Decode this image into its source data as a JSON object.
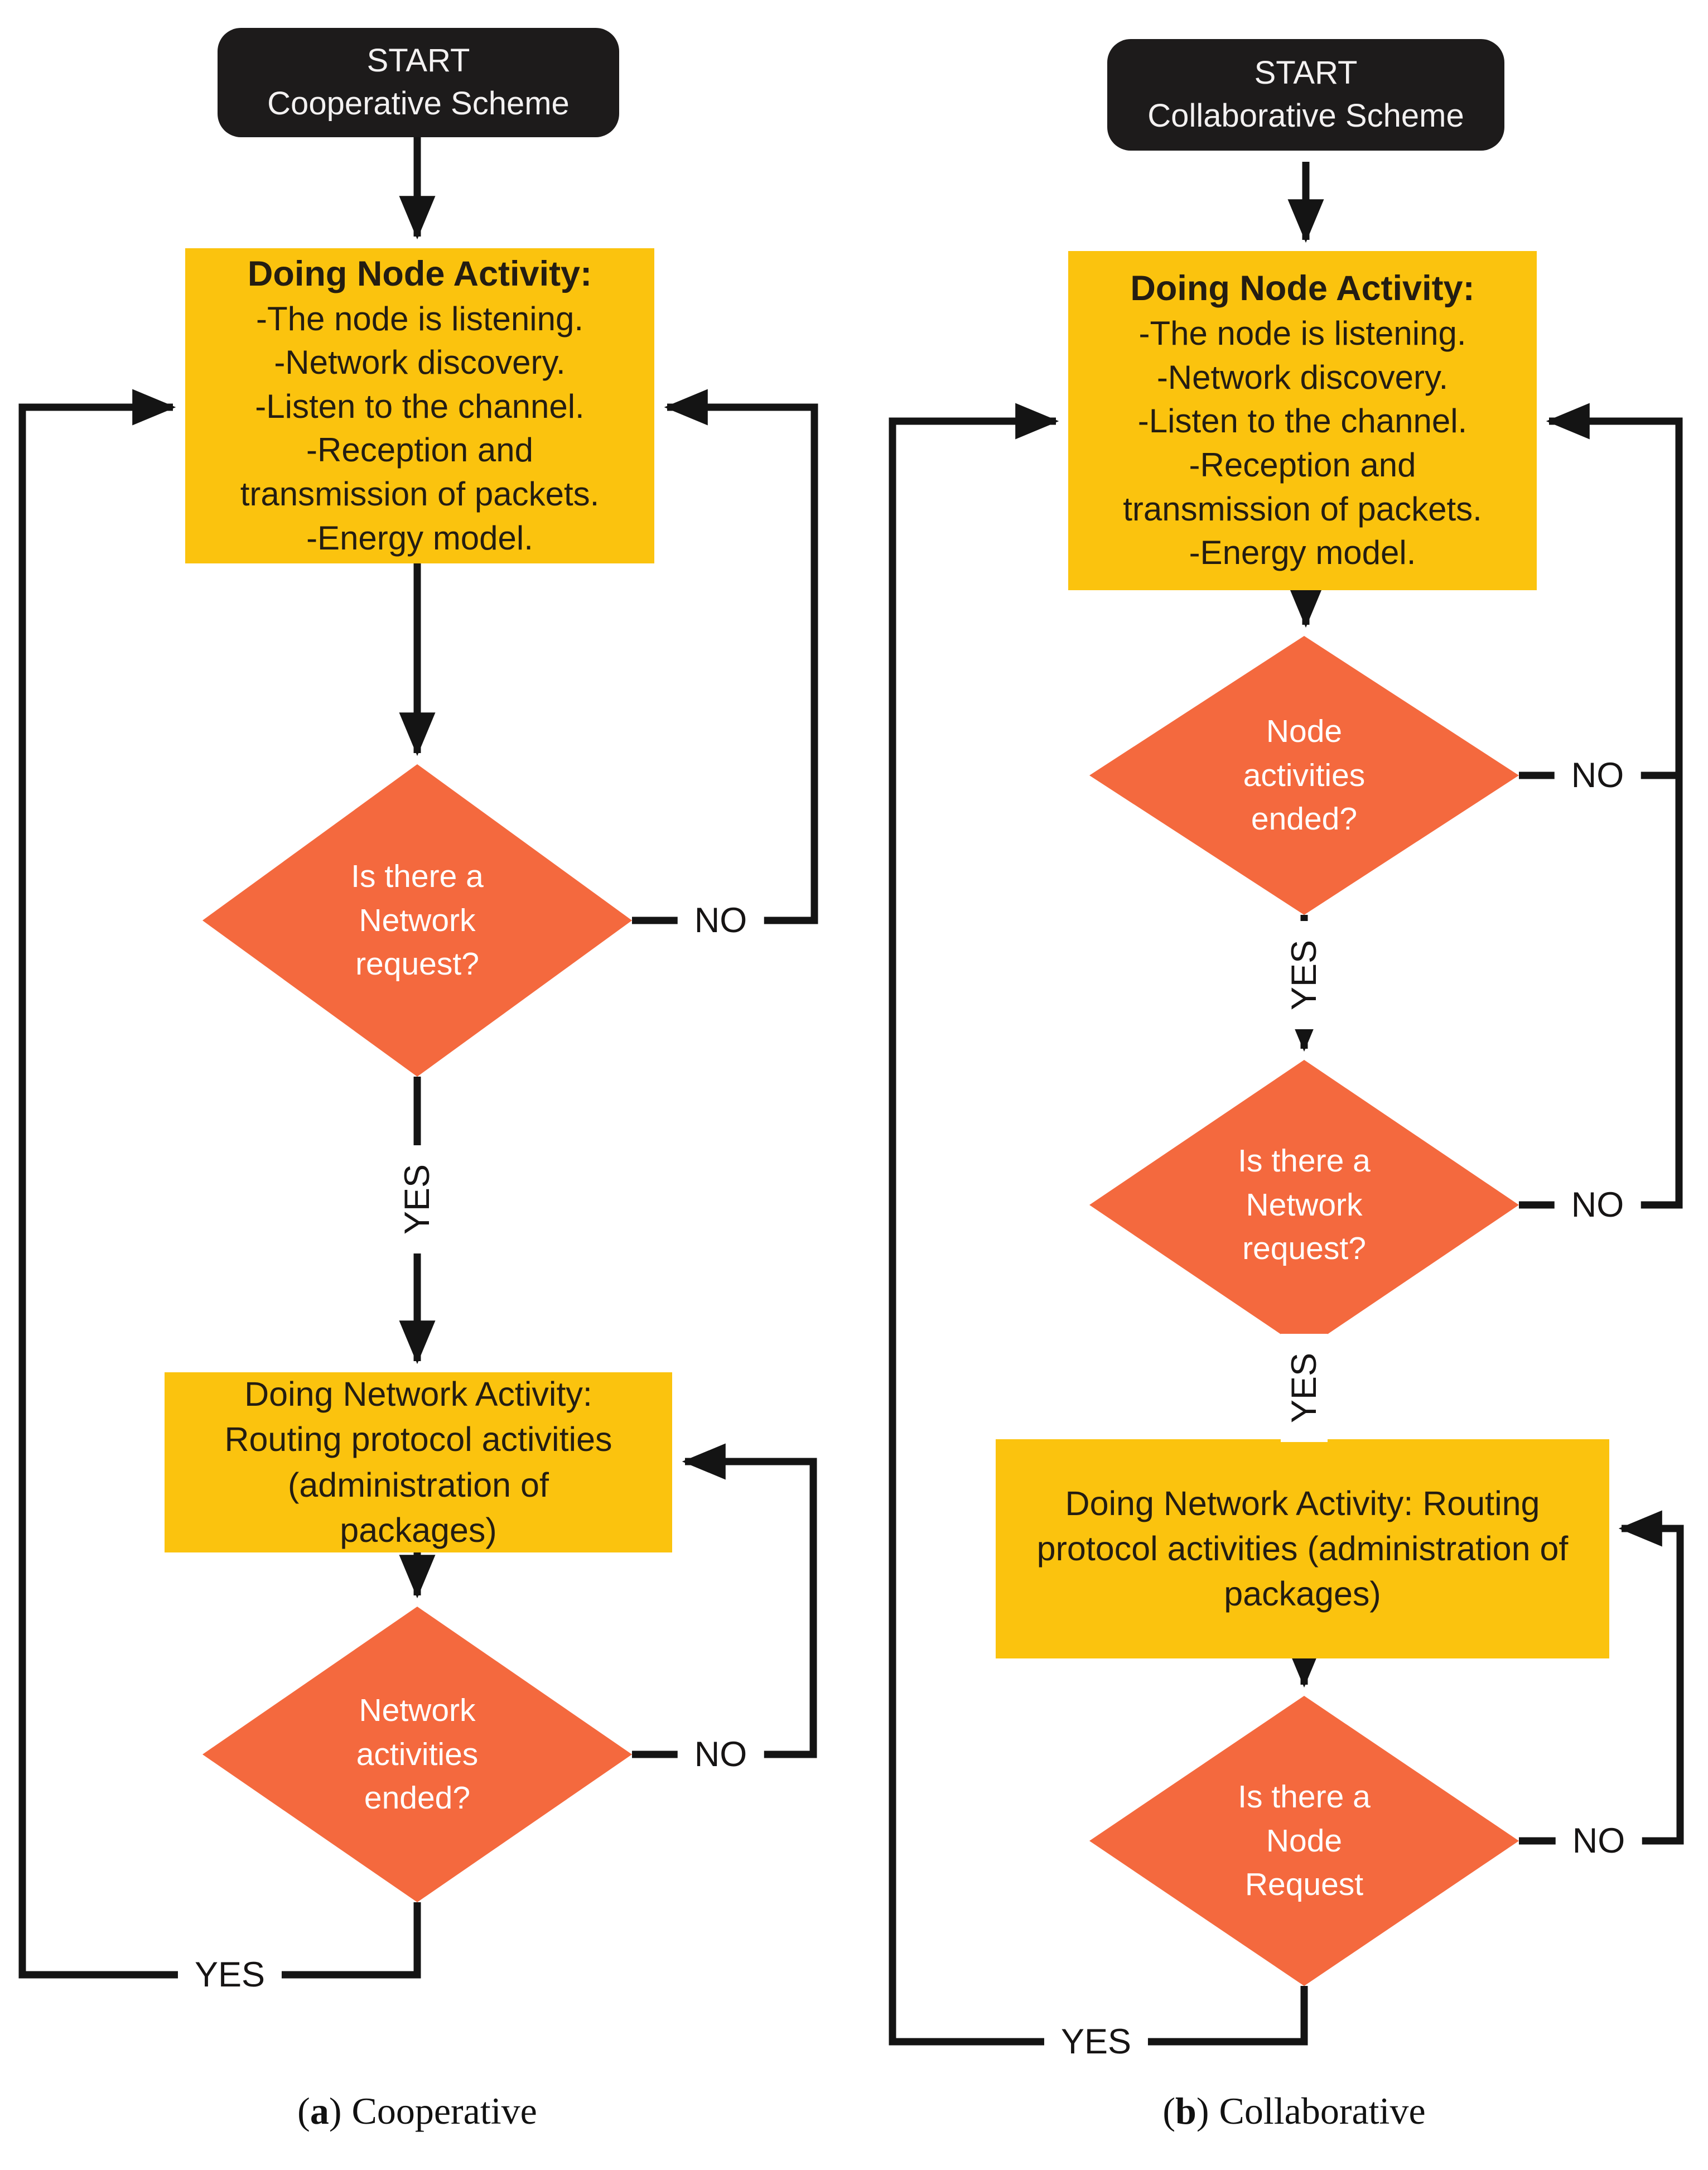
{
  "colors": {
    "process_fill": "#fbc30e",
    "decision_fill": "#f4693e",
    "terminator_fill": "#1d1b1b",
    "line": "#141414",
    "text_on_dark": "#ffffff"
  },
  "figure": {
    "caption_a": {
      "open": "(",
      "letter": "a",
      "close": ")",
      "text": "Cooperative"
    },
    "caption_b": {
      "open": "(",
      "letter": "b",
      "close": ")",
      "text": "Collaborative"
    }
  },
  "flow_a": {
    "start": "START\nCooperative Scheme",
    "node_activity_title": "Doing Node Activity:",
    "node_activity_lines": "-The node is listening.\n-Network discovery.\n-Listen to the channel.\n-Reception and\ntransmission of packets.\n-Energy model.",
    "decision_network_request": "Is there a\nNetwork\nrequest?",
    "network_activity": "Doing Network Activity:\nRouting protocol activities\n(administration of\npackages)",
    "decision_network_ended": "Network\nactivities\nended?",
    "label_no_request": "NO",
    "label_yes_request": "YES",
    "label_no_ended": "NO",
    "label_yes_ended": "YES"
  },
  "flow_b": {
    "start": "START\nCollaborative Scheme",
    "node_activity_title": "Doing Node Activity:",
    "node_activity_lines": "-The node is listening.\n-Network discovery.\n-Listen to the channel.\n-Reception and\ntransmission of packets.\n-Energy model.",
    "decision_node_ended": "Node\nactivities\nended?",
    "decision_network_request": "Is there a\nNetwork\nrequest?",
    "network_activity": "Doing Network Activity: Routing\nprotocol activities (administration of\npackages)",
    "decision_node_request": "Is there a\nNode\nRequest",
    "label_no_node_ended": "NO",
    "label_yes_node_ended": "YES",
    "label_no_request": "NO",
    "label_yes_request": "YES",
    "label_no_node_request": "NO",
    "label_yes_node_request": "YES"
  }
}
